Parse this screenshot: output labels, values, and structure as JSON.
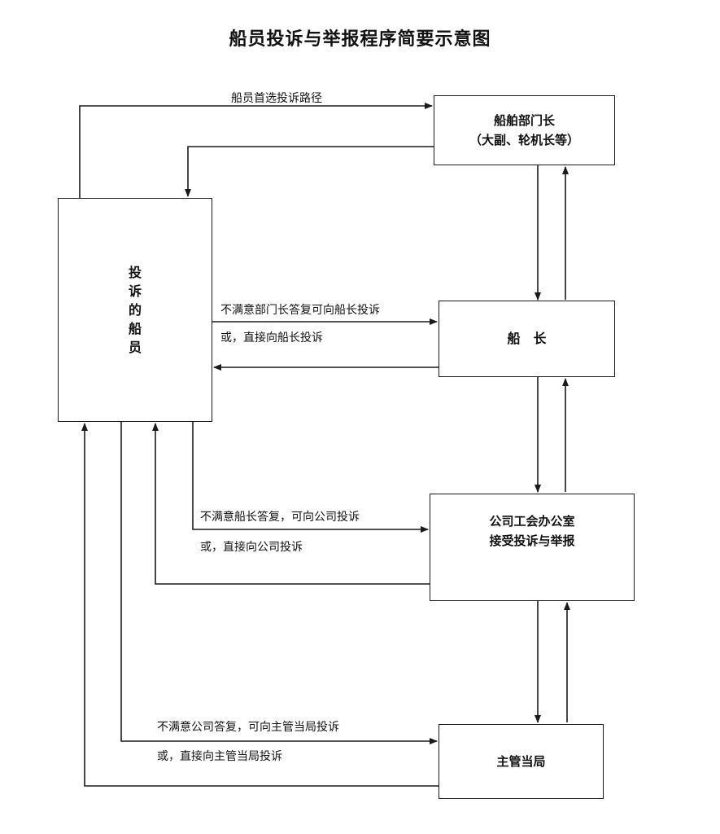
{
  "title": "船员投诉与举报程序简要示意图",
  "boxes": {
    "dept_head": {
      "line1": "船舶部门长",
      "line2": "（大副、轮机长等）"
    },
    "crew": {
      "chars": [
        "投",
        "诉",
        "的",
        "船",
        "员"
      ]
    },
    "captain": {
      "label": "船　长"
    },
    "company": {
      "line1": "公司工会办公室",
      "line2": "接受投诉与举报"
    },
    "authority": {
      "label": "主管当局"
    }
  },
  "labels": {
    "preferred": "船员首选投诉路径",
    "to_captain_1": "不满意部门长答复可向船长投诉",
    "to_captain_2": "或，直接向船长投诉",
    "to_company_1": "不满意船长答复，可向公司投诉",
    "to_company_2": "或，直接向公司投诉",
    "to_authority_1": "不满意公司答复，可向主管当局投诉",
    "to_authority_2": "或，直接向主管当局投诉"
  },
  "colors": {
    "line": "#1a1a1a"
  }
}
